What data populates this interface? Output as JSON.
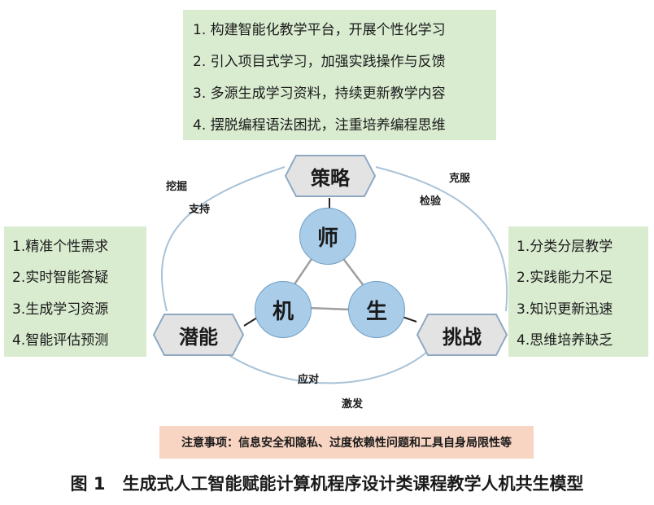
{
  "strategy_box": {
    "items": [
      "1. 构建智能化教学平台，开展个性化学习",
      "2. 引入项目式学习，加强实践操作与反馈",
      "3. 多源生成学习资料，持续更新教学内容",
      "4. 摆脱编程语法困扰，注重培养编程思维"
    ]
  },
  "potential_box": {
    "items": [
      "1.精准个性需求",
      "2.实时智能答疑",
      "3.生成学习资源",
      "4.智能评估预测"
    ]
  },
  "challenge_box": {
    "items": [
      "1.分类分层教学",
      "2.实践能力不足",
      "3.知识更新迅速",
      "4.思维培养缺乏"
    ]
  },
  "nodes": {
    "strategy": "策略",
    "potential": "潜能",
    "challenge": "挑战"
  },
  "triangle": {
    "teacher": "师",
    "machine": "机",
    "student": "生"
  },
  "edge_labels": {
    "dig": "挖掘",
    "support": "支持",
    "overcome": "克服",
    "verify": "检验",
    "respond": "应对",
    "stimulate": "激发"
  },
  "note": "注意事项：信息安全和隐私、过度依赖性问题和工具自身局限性等",
  "caption": "图 1　生成式人工智能赋能计算机程序设计类课程教学人机共生模型",
  "colors": {
    "box_green": "#d9ecd0",
    "hex_fill": "#e3e3e3",
    "hex_stroke": "#8fa9c2",
    "circle_fill": "#a9cce8",
    "note_bg": "#f8d4c2",
    "curve": "#a9c3d8"
  }
}
